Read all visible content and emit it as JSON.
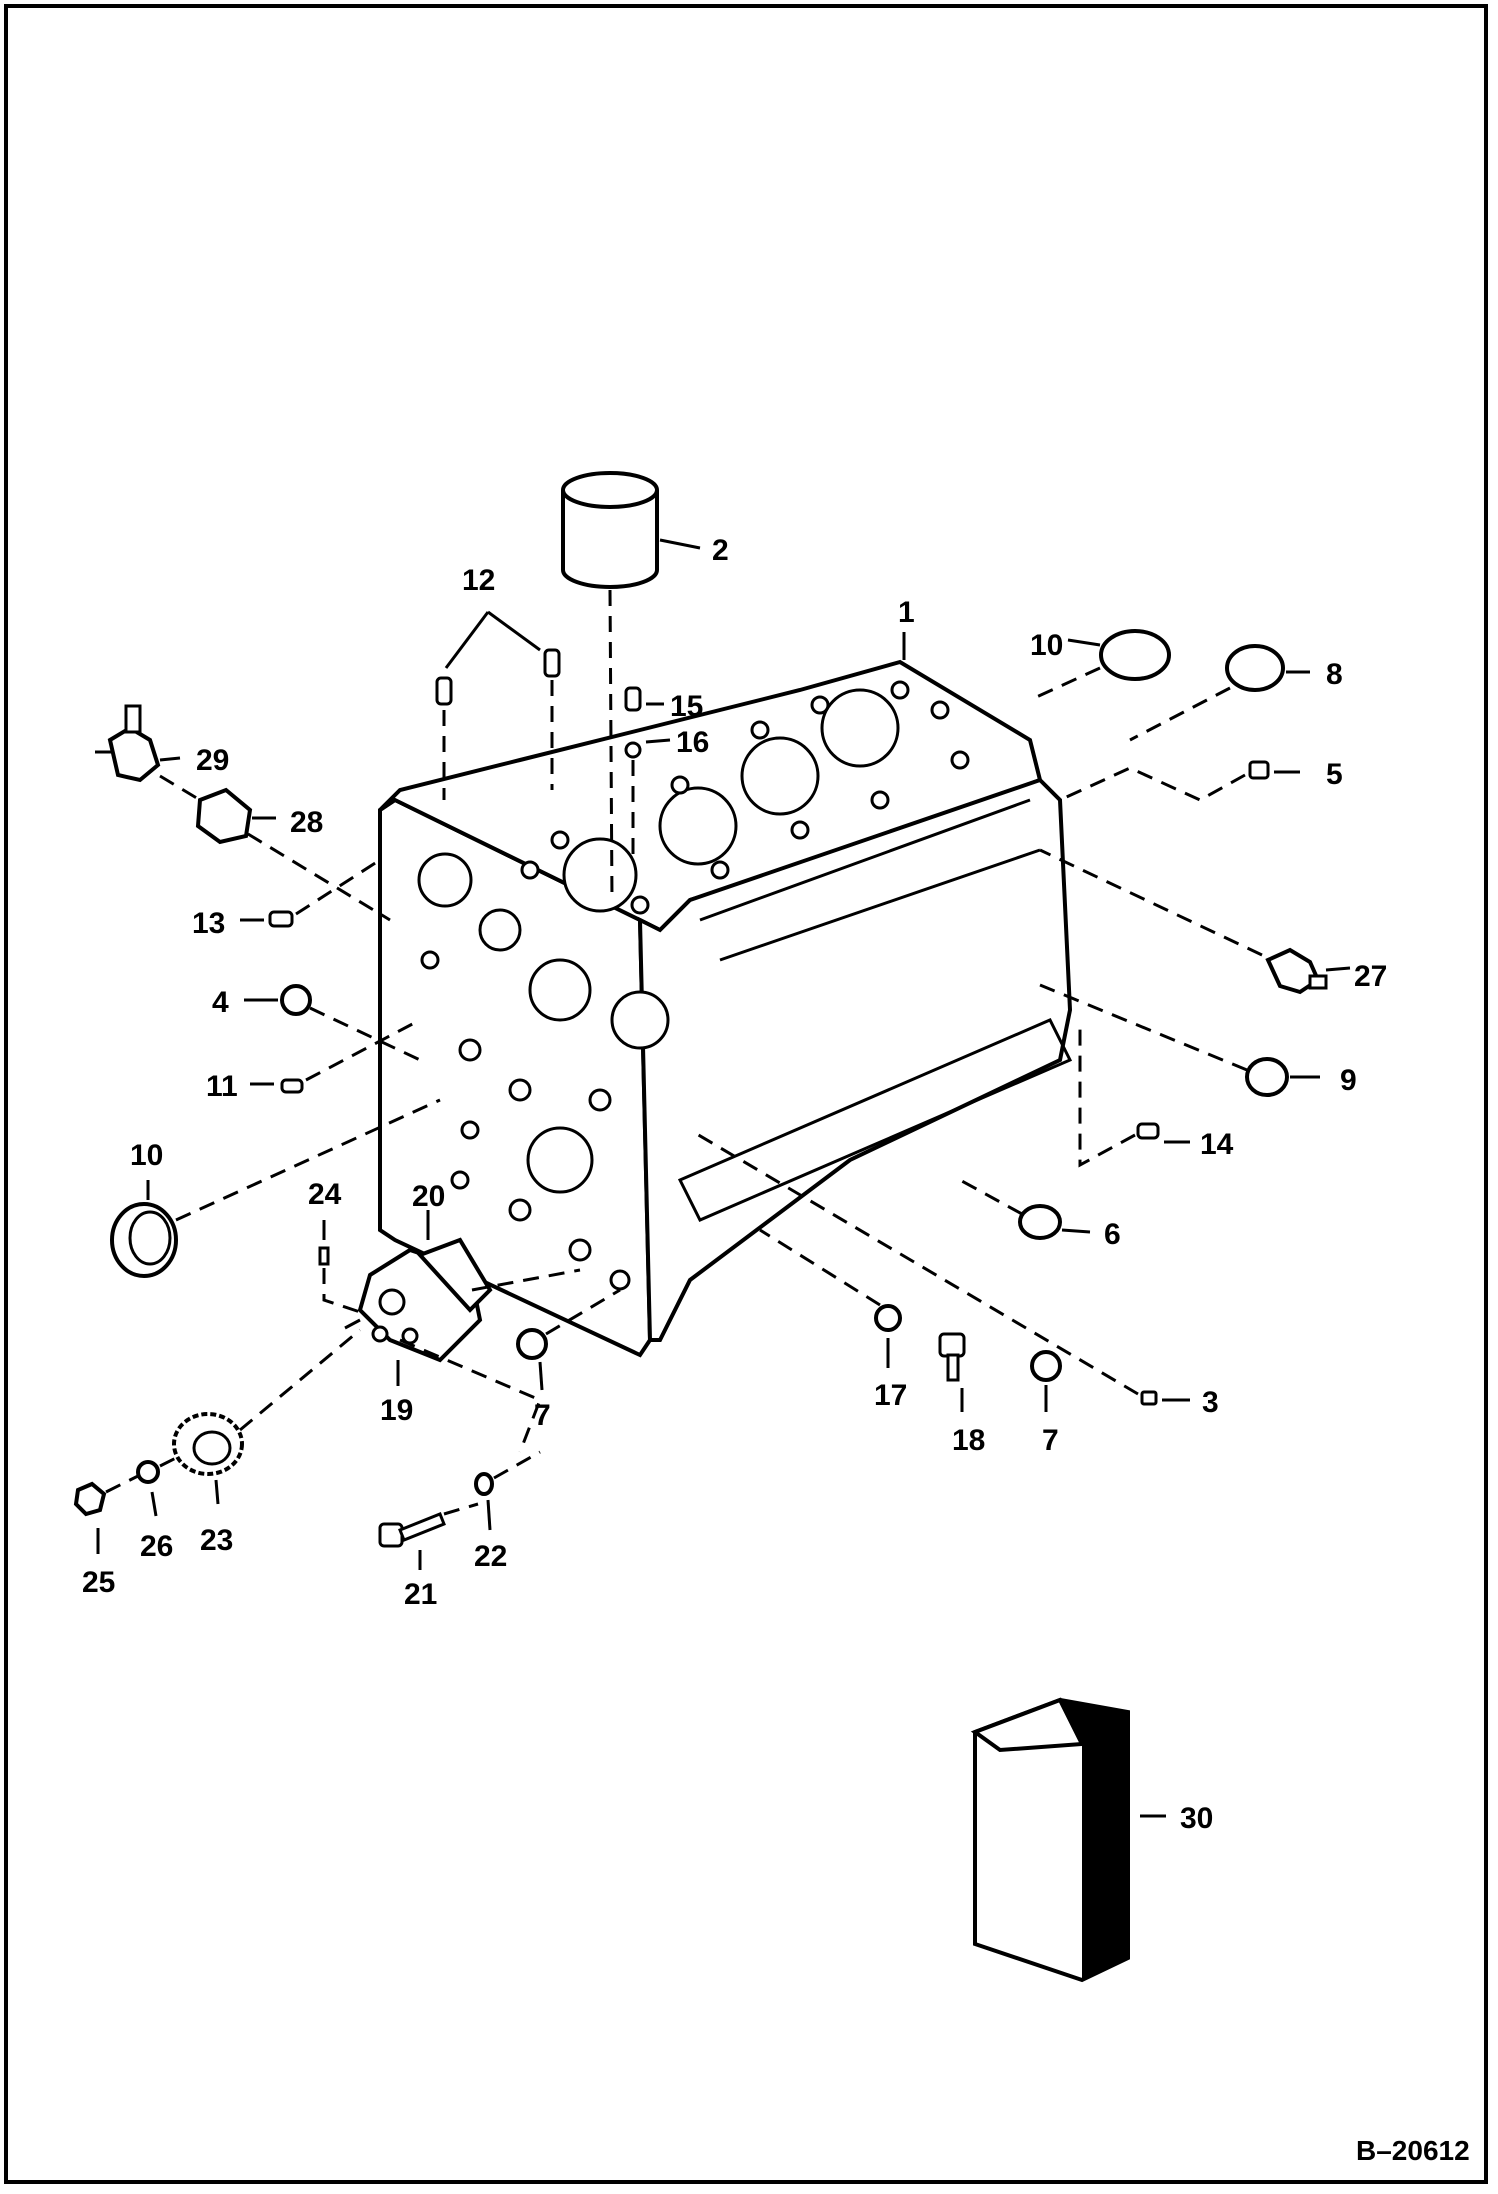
{
  "diagram": {
    "document_number": "B–20612",
    "callouts": {
      "c1": "1",
      "c2": "2",
      "c3": "3",
      "c4": "4",
      "c5": "5",
      "c6": "6",
      "c7a": "7",
      "c7b": "7",
      "c8": "8",
      "c9": "9",
      "c10a": "10",
      "c10b": "10",
      "c11": "11",
      "c12": "12",
      "c13": "13",
      "c14": "14",
      "c15": "15",
      "c16": "16",
      "c17": "17",
      "c18": "18",
      "c19": "19",
      "c20": "20",
      "c21": "21",
      "c22": "22",
      "c23": "23",
      "c24": "24",
      "c25": "25",
      "c26": "26",
      "c27": "27",
      "c28": "28",
      "c29": "29",
      "c30": "30"
    }
  }
}
